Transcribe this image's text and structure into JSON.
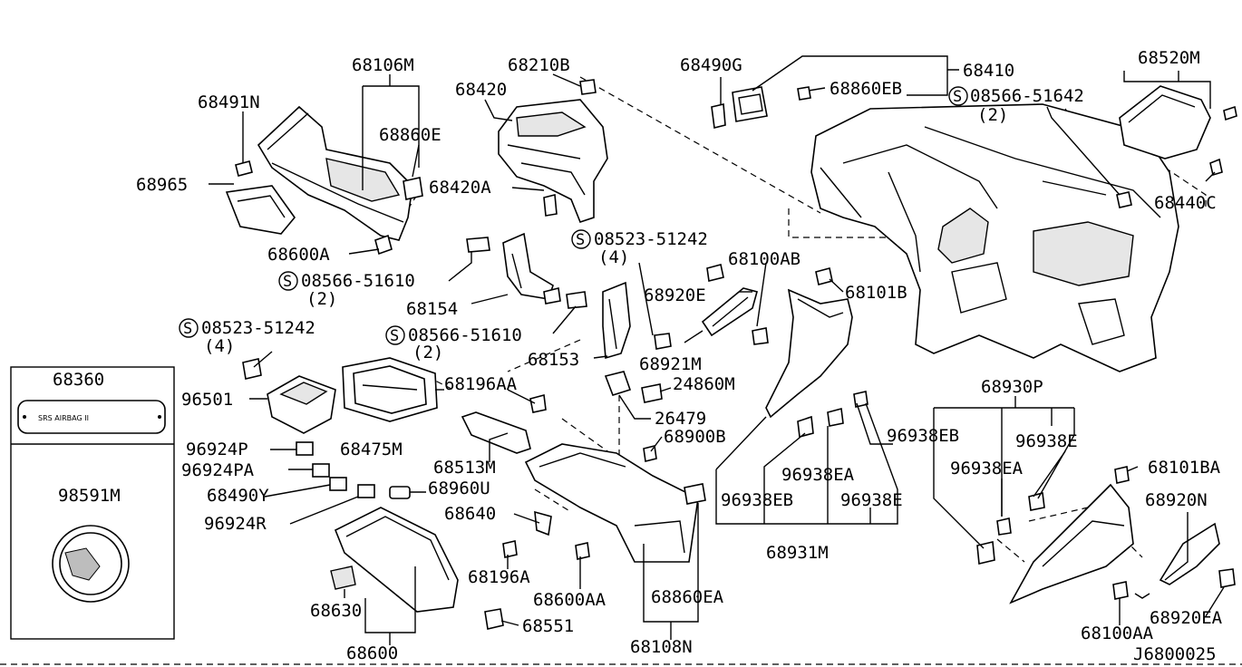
{
  "labels": {
    "p68106M": "68106M",
    "p68210B": "68210B",
    "p68490G": "68490G",
    "p68410": "68410",
    "p68520M": "68520M",
    "p68491N": "68491N",
    "p68420": "68420",
    "p68860EB": "68860EB",
    "s08566_51642": "08566-51642",
    "q2_a": "(2)",
    "p68860E": "68860E",
    "p68965": "68965",
    "p68420A": "68420A",
    "p68440C": "68440C",
    "p68600A": "68600A",
    "s08523_51242_a": "08523-51242",
    "q4_a": "(4)",
    "p68100AB": "68100AB",
    "s08566_51610_a": "08566-51610",
    "q2_b": "(2)",
    "p68920E": "68920E",
    "p68101B": "68101B",
    "p68154": "68154",
    "s08523_51242_b": "08523-51242",
    "q4_b": "(4)",
    "s08566_51610_b": "08566-51610",
    "q2_c": "(2)",
    "p68921M": "68921M",
    "p68153": "68153",
    "p68360": "68360",
    "p68196AA": "68196AA",
    "p24860M": "24860M",
    "p96501": "96501",
    "p68930P": "68930P",
    "p26479": "26479",
    "p96938EB_a": "96938EB",
    "p96938E_a": "96938E",
    "p96924P": "96924P",
    "p68475M": "68475M",
    "p68900B": "68900B",
    "p96924PA": "96924PA",
    "p68513M": "68513M",
    "p96938EA_a": "96938EA",
    "p96938EA_b": "96938EA",
    "p68101BA": "68101BA",
    "p98591M": "98591M",
    "p68490Y": "68490Y",
    "p68960U": "68960U",
    "p96938EB_b": "96938EB",
    "p96938E_b": "96938E",
    "p68920N": "68920N",
    "p96924R": "96924R",
    "p68640": "68640",
    "p68931M": "68931M",
    "p68196A": "68196A",
    "p68600AA": "68600AA",
    "p68860EA": "68860EA",
    "p68630": "68630",
    "p68551": "68551",
    "p68920EA": "68920EA",
    "p68100AA": "68100AA",
    "p68600": "68600",
    "p68108N": "68108N",
    "code": "J6800025",
    "airbag_text": "SRS AIRBAG II"
  },
  "colors": {
    "ink": "#000000",
    "background": "#ffffff"
  }
}
